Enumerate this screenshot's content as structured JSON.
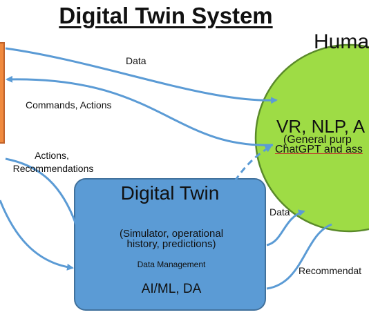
{
  "title": "Digital Twin System",
  "human": {
    "heading": "Huma",
    "line1": "VR, NLP, A",
    "line2": "(General purp",
    "line3": "ChatGPT and ass"
  },
  "digital_twin": {
    "title": "Digital Twin",
    "desc_line1": "(Simulator, operational",
    "desc_line2": "history, predictions)",
    "data_mgmt": "Data Management",
    "ai": "AI/ML, DA"
  },
  "edges": {
    "data_top": "Data",
    "commands": "Commands, Actions",
    "actions_line1": "Actions,",
    "actions_line2": "Recommendations",
    "data_dt": "Data",
    "recommend": "Recommendat"
  },
  "colors": {
    "arrow": "#5b9bd5",
    "circle_fill": "#9edc45",
    "circle_stroke": "#5a8a2a",
    "box_fill": "#5b9bd5",
    "box_stroke": "#41719c",
    "physical_fill": "#f08a3e"
  }
}
